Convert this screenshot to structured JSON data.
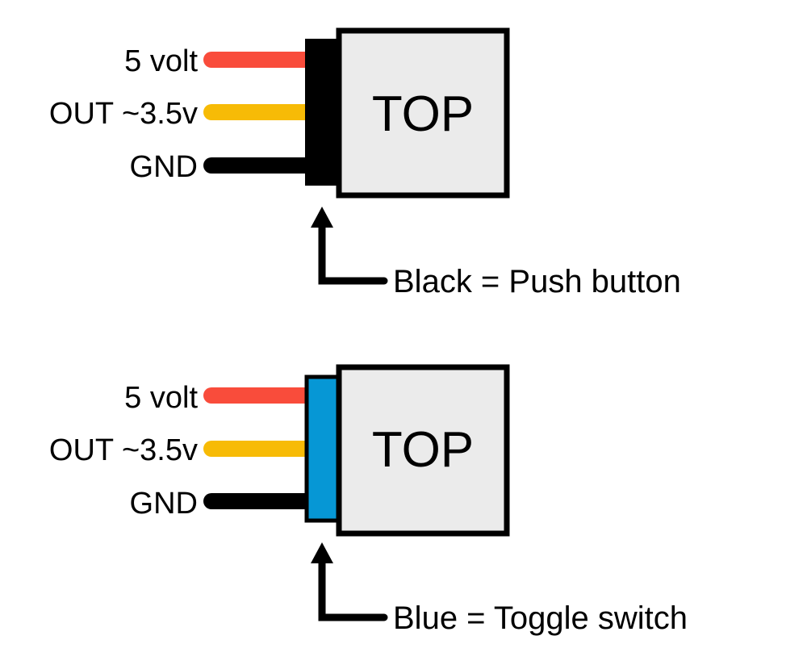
{
  "colors": {
    "five_volt_wire": "#f94c3b",
    "out_wire": "#f7bb06",
    "gnd_wire": "#000000",
    "module_face": "#ebebeb",
    "push_button_connector": "#000000",
    "toggle_switch_connector": "#0697d5"
  },
  "diagrams": [
    {
      "pins": {
        "five_volt": "5 volt",
        "out": "OUT ~3.5v",
        "gnd": "GND"
      },
      "face_label": "TOP",
      "caption": "Black = Push button"
    },
    {
      "pins": {
        "five_volt": "5 volt",
        "out": "OUT ~3.5v",
        "gnd": "GND"
      },
      "face_label": "TOP",
      "caption": "Blue = Toggle switch"
    }
  ]
}
